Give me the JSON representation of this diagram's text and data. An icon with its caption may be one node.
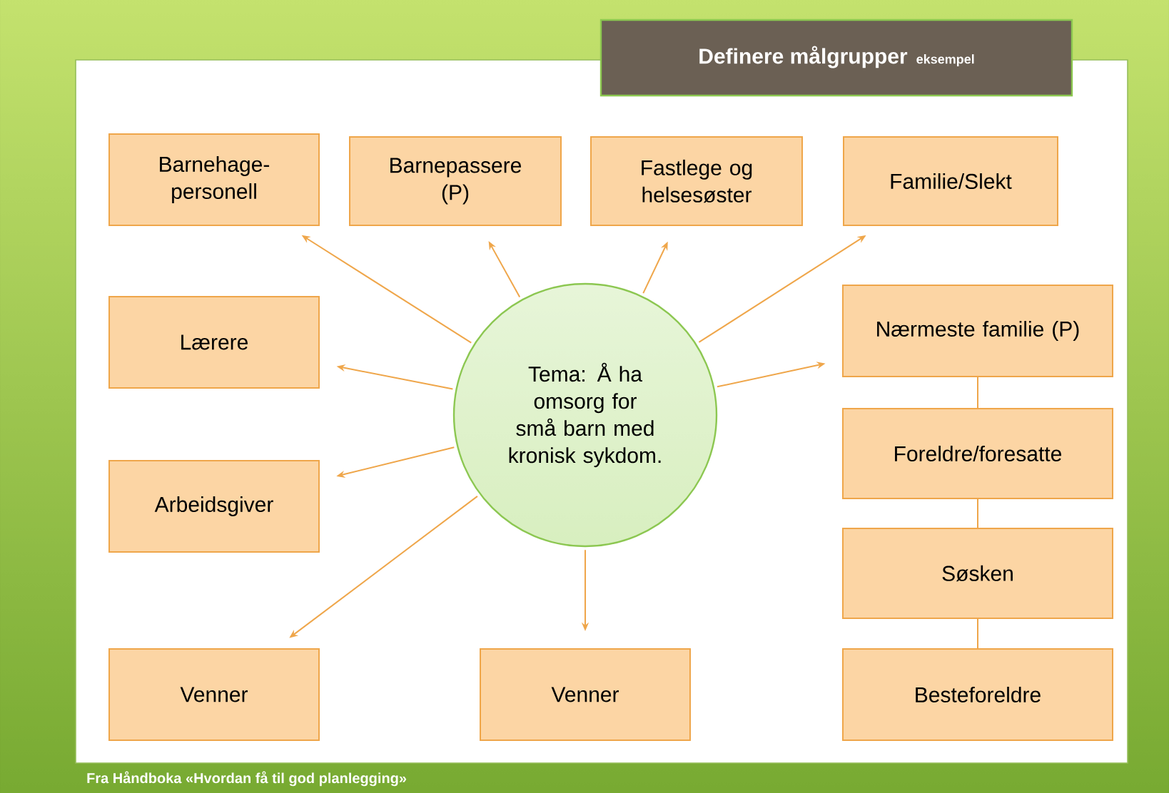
{
  "diagram": {
    "title": "Definere målgrupper",
    "caption": "Fra Håndboka «Hvordan få til god planlegging»",
    "nodes": [
      {
        "text": [
          "Tema: Å ha omsorg for små barn med kronisk sykdom."
        ]
      },
      {
        "text": [
          "Barnehage- personell"
        ]
      },
      {
        "text": [
          "Barnepassere (P)"
        ]
      },
      {
        "text": [
          "Fastlege og helsesøster"
        ]
      },
      {
        "text": [
          "Familie/Slekt"
        ]
      },
      {
        "text": [
          "Lærere"
        ]
      },
      {
        "text": [
          "Nærmeste familie (P)"
        ]
      },
      {
        "text": [
          "Arbeidsgiver"
        ]
      },
      {
        "text": [
          "Foreldre/foresatte"
        ]
      },
      {
        "text": [
          "Søsken"
        ]
      },
      {
        "text": [
          "Venner"
        ]
      },
      {
        "text": [
          "Venner"
        ]
      },
      {
        "text": [
          "Besteforeldre"
        ]
      }
    ],
    "edges": [
      {
        "from": 0,
        "to": 1,
        "arrow": "to"
      },
      {
        "from": 0,
        "to": 2,
        "arrow": "to"
      },
      {
        "from": 0,
        "to": 3,
        "arrow": "to"
      },
      {
        "from": 0,
        "to": 4,
        "arrow": "to"
      },
      {
        "from": 0,
        "to": 5,
        "arrow": "to"
      },
      {
        "from": 0,
        "to": 6,
        "arrow": "to"
      },
      {
        "from": 0,
        "to": 7,
        "arrow": "to"
      },
      {
        "from": 0,
        "to": 10,
        "arrow": "to"
      },
      {
        "from": 0,
        "to": 11,
        "arrow": "to"
      },
      {
        "from": 6,
        "to": 8,
        "arrow": "none"
      },
      {
        "from": 8,
        "to": 9,
        "arrow": "none"
      },
      {
        "from": 9,
        "to": 12,
        "arrow": "none"
      }
    ],
    "labels": [
      "eksempel"
    ]
  }
}
